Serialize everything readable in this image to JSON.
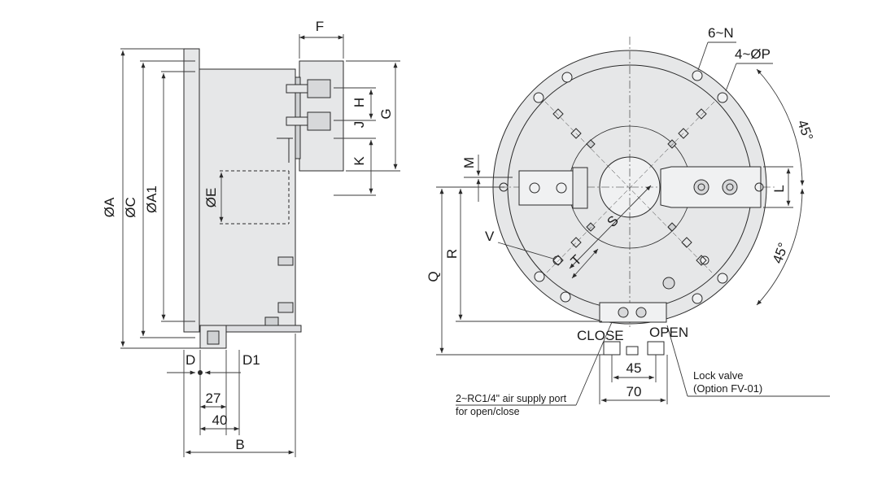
{
  "colors": {
    "outline": "#2a2a2a",
    "fill": "#e6e7e8",
    "fill_dark": "#cfd1d3",
    "fill_light": "#f0f1f2",
    "dim": "#3a3a3a"
  },
  "side_view": {
    "labels": {
      "OA": "ØA",
      "OC": "ØC",
      "OA1": "ØA1",
      "OE": "ØE",
      "F": "F",
      "H": "H",
      "J": "J",
      "K": "K",
      "G": "G",
      "D": "D",
      "D1": "D1",
      "d27": "27",
      "d40": "40",
      "B": "B"
    }
  },
  "front_view": {
    "labels": {
      "N": "6~N",
      "P": "4~ØP",
      "a45_top": "45°",
      "a45_bottom": "45°",
      "M": "M",
      "L": "L",
      "S": "S",
      "V": "V",
      "T": "T",
      "R": "R",
      "Q": "Q",
      "close": "CLOSE",
      "open": "OPEN",
      "d45": "45",
      "d70": "70",
      "air_port_1": "2~RC1/4\" air supply port",
      "air_port_2": "for open/close",
      "lock_1": "Lock valve",
      "lock_2": "(Option FV-01)"
    }
  }
}
